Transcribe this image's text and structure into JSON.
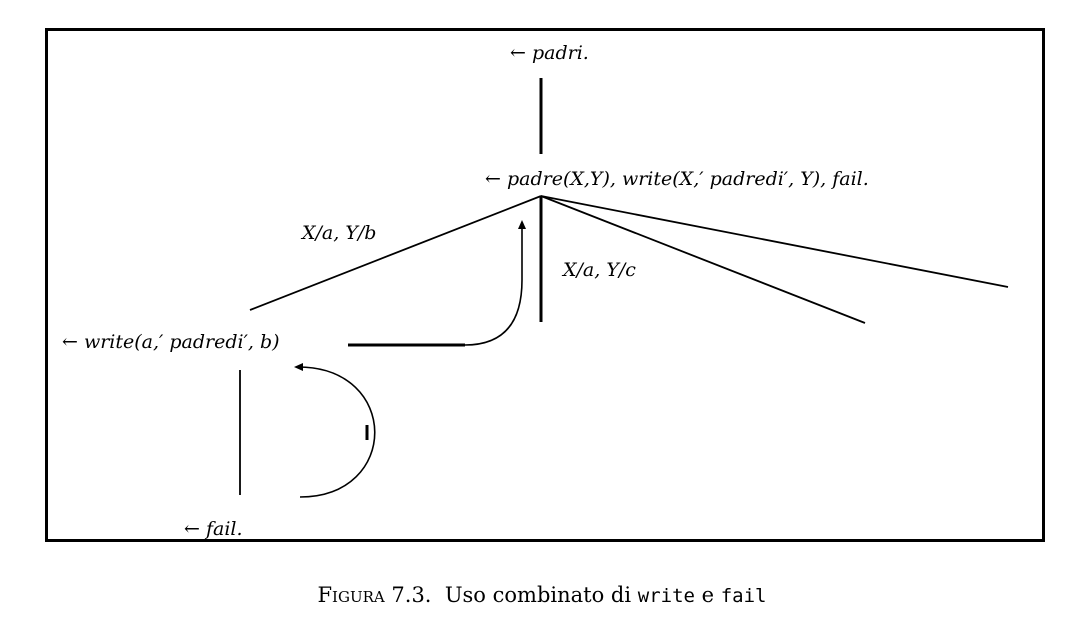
{
  "nodes": {
    "root": "← padri.",
    "goal": "← padre(X,Y), write(X,′ padredi′, Y), fail.",
    "write": "← write(a,′ padredi′, b)",
    "fail": "← fail."
  },
  "edge_labels": {
    "left_branch": "X/a, Y/b",
    "middle_branch": "X/a, Y/c"
  },
  "caption": {
    "figure_word": "Figura",
    "number_text": " 7.3.  Uso combinato di ",
    "code1": "write",
    "joiner": " e ",
    "code2": "fail"
  }
}
